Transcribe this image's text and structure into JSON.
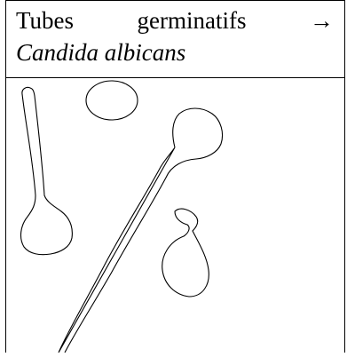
{
  "header": {
    "word1": "Tubes",
    "word2": "germinatifs",
    "arrow": "→",
    "species": "Candida albicans"
  },
  "figure": {
    "cells": [
      {
        "name": "blastospore"
      },
      {
        "name": "germ-tube-left"
      },
      {
        "name": "germ-tube-long"
      },
      {
        "name": "germ-tube-small"
      }
    ]
  }
}
